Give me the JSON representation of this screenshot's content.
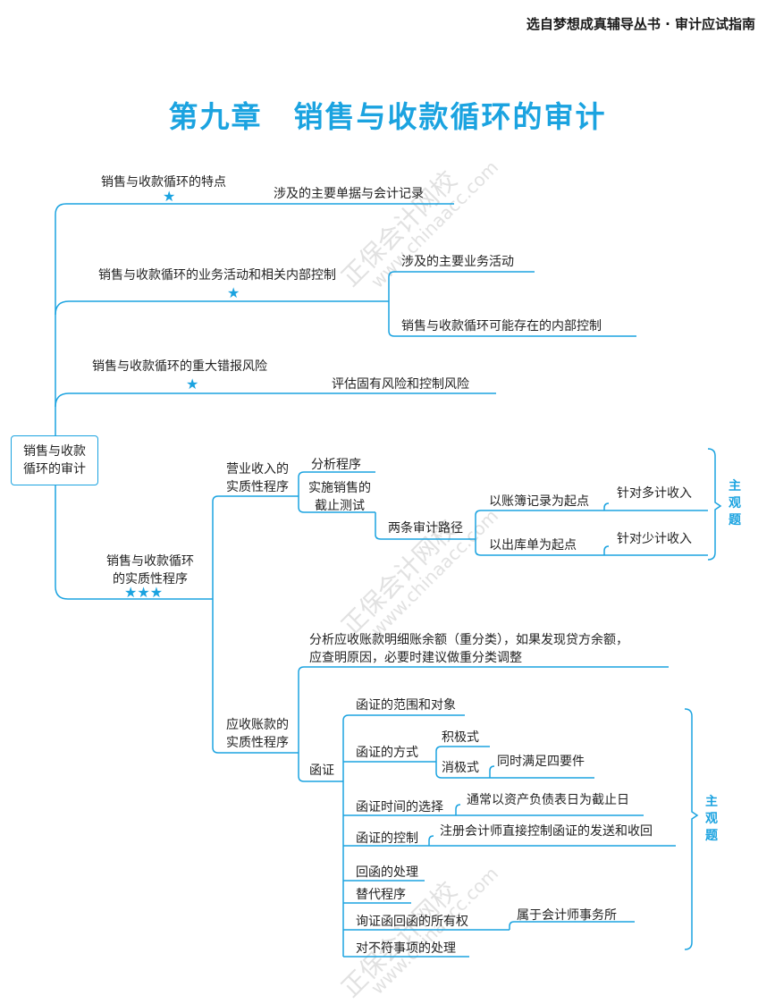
{
  "header": {
    "series": "选自梦想成真辅导丛书 · 审计应试指南"
  },
  "title": "第九章　销售与收款循环的审计",
  "watermark": {
    "cn": "正保会计网校",
    "url": "www.chinaacc.com"
  },
  "root": {
    "line1": "销售与收款",
    "line2": "循环的审计"
  },
  "colors": {
    "accent": "#1ba3e0",
    "text": "#222222"
  },
  "branches": {
    "b1": {
      "label": "销售与收款循环的特点",
      "stars": "★",
      "child": "涉及的主要单据与会计记录"
    },
    "b2": {
      "label": "销售与收款循环的业务活动和相关内部控制",
      "stars": "★",
      "children": [
        "涉及的主要业务活动",
        "销售与收款循环可能存在的内部控制"
      ]
    },
    "b3": {
      "label": "销售与收款循环的重大错报风险",
      "stars": "★",
      "child": "评估固有风险和控制风险"
    },
    "b4": {
      "label_line1": "销售与收款循环",
      "label_line2": "的实质性程序",
      "stars": "★★★",
      "revenue": {
        "label_line1": "营业收入的",
        "label_line2": "实质性程序",
        "analytic": "分析程序",
        "cutoff_line1": "实施销售的",
        "cutoff_line2": "截止测试",
        "paths": "两条审计路径",
        "path1": "以账簿记录为起点",
        "path1_note": "针对多计收入",
        "path2": "以出库单为起点",
        "path2_note": "针对少计收入",
        "tag": "主观题"
      },
      "ar": {
        "label_line1": "应收账款的",
        "label_line2": "实质性程序",
        "analysis_line1": "分析应收账款明细账余额（重分类），如果发现贷方余额，",
        "analysis_line2": "应查明原因，必要时建议做重分类调整",
        "confirm": "函证",
        "items": {
          "scope": "函证的范围和对象",
          "method": "函证的方式",
          "positive": "积极式",
          "negative": "消极式",
          "negative_note": "同时满足四要件",
          "timing": "函证时间的选择",
          "timing_note": "通常以资产负债表日为截止日",
          "control": "函证的控制",
          "control_note": "注册会计师直接控制函证的发送和收回",
          "reply": "回函的处理",
          "alt": "替代程序",
          "ownership": "询证函回函的所有权",
          "ownership_note": "属于会计师事务所",
          "mismatch": "对不符事项的处理"
        },
        "tag": "主观题"
      }
    }
  }
}
